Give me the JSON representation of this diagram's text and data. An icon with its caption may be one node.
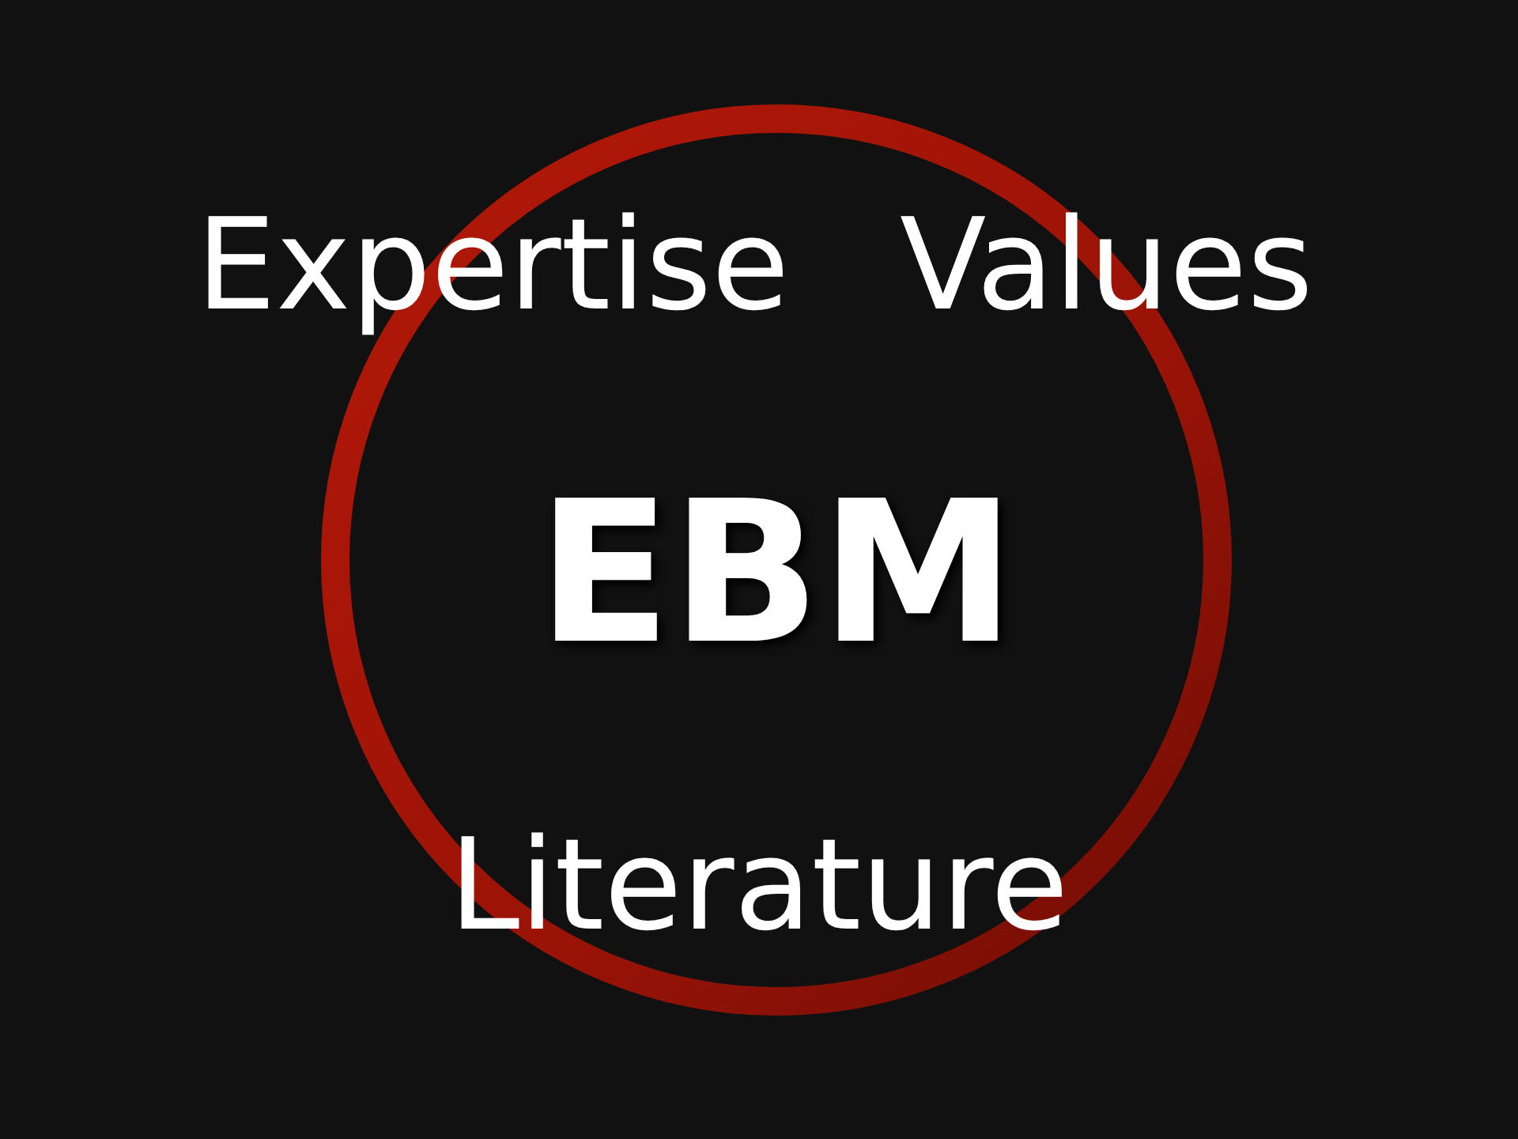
{
  "diagram": {
    "nodes": [
      {
        "text": [
          "EBM"
        ]
      }
    ],
    "labels": [
      "Expertise",
      "Values",
      "Literature"
    ]
  }
}
